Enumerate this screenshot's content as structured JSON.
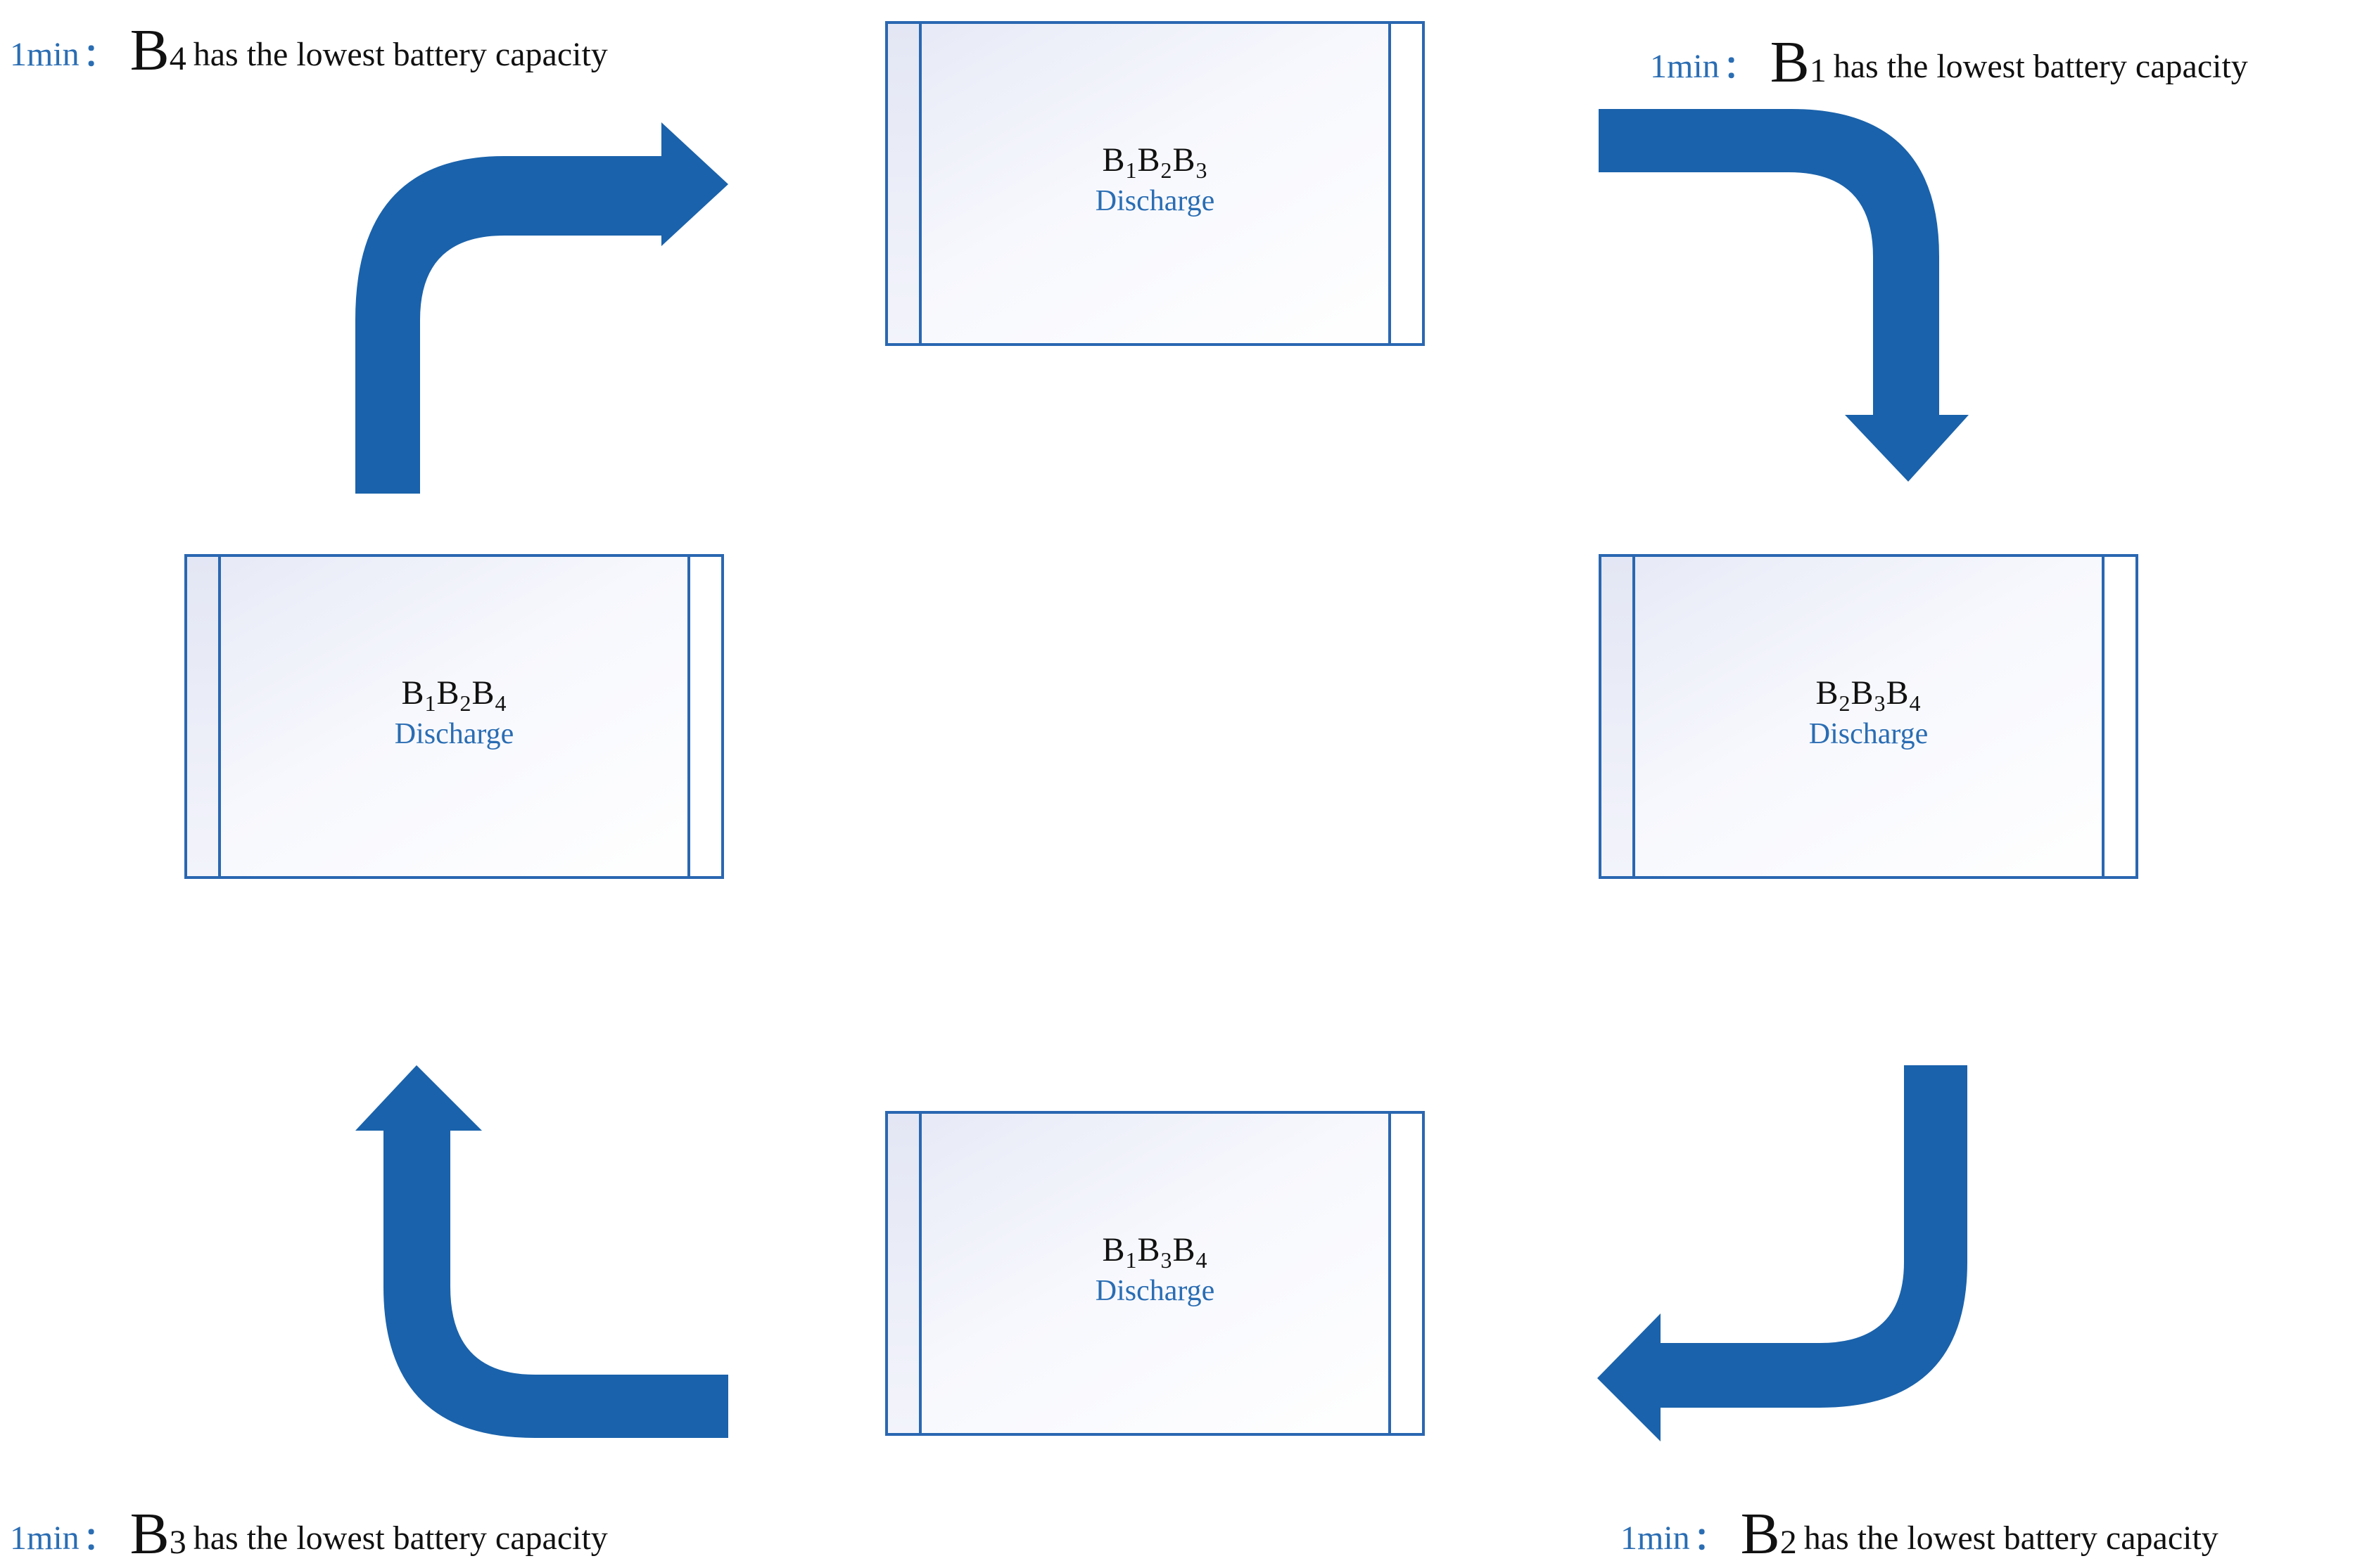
{
  "colors": {
    "arrow_fill": "#1a62ab",
    "box_border": "#2a67b1",
    "accent_text": "#2a6db3",
    "body_text": "#111111"
  },
  "blocks": {
    "top": {
      "combo": [
        "1",
        "2",
        "3"
      ],
      "status": "Discharge"
    },
    "right": {
      "combo": [
        "2",
        "3",
        "4"
      ],
      "status": "Discharge"
    },
    "bottom": {
      "combo": [
        "1",
        "3",
        "4"
      ],
      "status": "Discharge"
    },
    "left": {
      "combo": [
        "1",
        "2",
        "4"
      ],
      "status": "Discharge"
    }
  },
  "notes": {
    "top_left": {
      "time": "1min",
      "colon": "：",
      "battery_letter": "B",
      "battery_index": "4",
      "text": "has the lowest battery capacity"
    },
    "top_right": {
      "time": "1min",
      "colon": "：",
      "battery_letter": "B",
      "battery_index": "1",
      "text": "has the lowest battery capacity"
    },
    "bottom_left": {
      "time": "1min",
      "colon": "：",
      "battery_letter": "B",
      "battery_index": "3",
      "text": "has the lowest battery capacity"
    },
    "bottom_right": {
      "time": "1min",
      "colon": "：",
      "battery_letter": "B",
      "battery_index": "2",
      "text": "has the lowest battery capacity"
    }
  },
  "arrows": {
    "top_right": "curved-arrow-down-icon",
    "bottom_right": "curved-arrow-left-icon",
    "bottom_left": "curved-arrow-up-icon",
    "top_left": "curved-arrow-right-icon"
  }
}
